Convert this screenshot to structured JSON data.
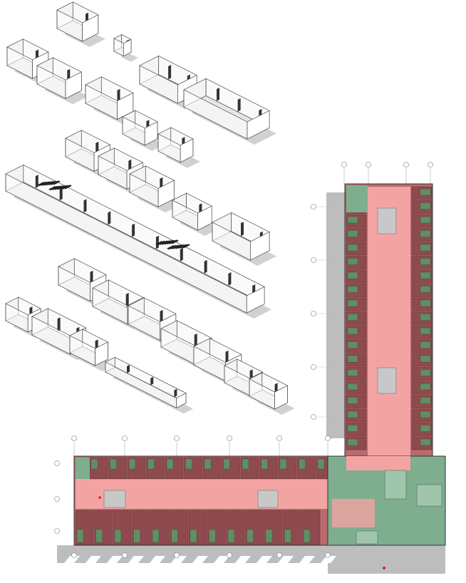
{
  "diagram": {
    "type": "architectural-drawing",
    "panels": [
      "exploded-isometric-modules",
      "l-shaped-floor-plan"
    ],
    "colors": {
      "corridor": "#f4a3a3",
      "room": "#b86a6c",
      "room_dark": "#8e4a4e",
      "bathroom": "#5f8f62",
      "service": "#7fae8f",
      "core": "#c8c8c8",
      "shadow": "#bdbdbd",
      "wall_stroke": "#4a4a4a",
      "wall_fill": "#ffffff",
      "stair": "#222222"
    }
  }
}
